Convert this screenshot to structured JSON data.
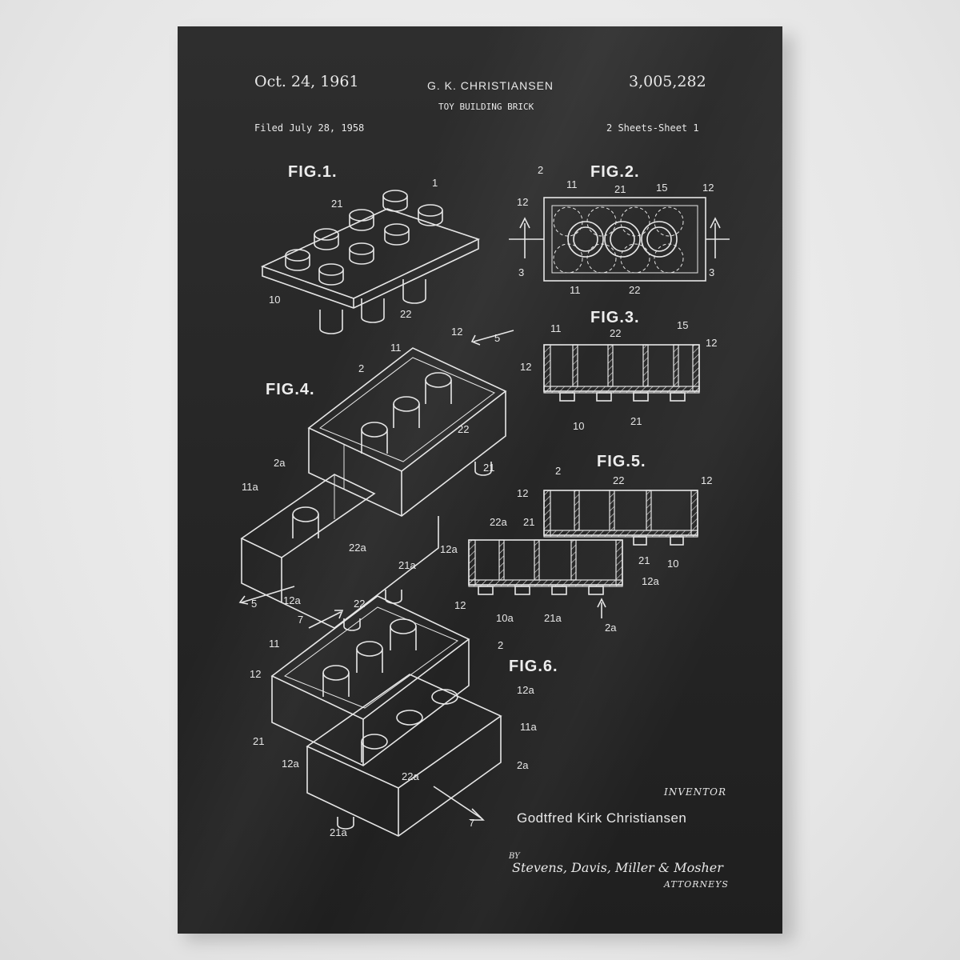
{
  "patent": {
    "date": "Oct. 24, 1961",
    "inventor_header": "G. K. CHRISTIANSEN",
    "patent_number": "3,005,282",
    "title": "TOY BUILDING BRICK",
    "filed": "Filed July 28, 1958",
    "sheets": "2 Sheets-Sheet 1"
  },
  "figures": {
    "fig1": "FIG.1.",
    "fig2": "FIG.2.",
    "fig3": "FIG.3.",
    "fig4": "FIG.4.",
    "fig5": "FIG.5.",
    "fig6": "FIG.6."
  },
  "labels": {
    "fig1": [
      "1",
      "21",
      "10",
      "22"
    ],
    "fig2": [
      "2",
      "11",
      "21",
      "15",
      "12",
      "12",
      "3",
      "3",
      "11",
      "22"
    ],
    "fig3": [
      "11",
      "22",
      "15",
      "12",
      "12",
      "10",
      "21"
    ],
    "fig4": [
      "12",
      "5",
      "11",
      "2",
      "22",
      "21",
      "2a",
      "11a",
      "22a",
      "21a",
      "12a",
      "5"
    ],
    "fig5": [
      "2",
      "22",
      "12",
      "12",
      "22a",
      "21",
      "12a",
      "21",
      "10",
      "12a",
      "10a",
      "21a",
      "2a"
    ],
    "fig6": [
      "22",
      "12",
      "7",
      "11",
      "2",
      "12",
      "12a",
      "11a",
      "21",
      "12a",
      "2a",
      "22a",
      "21a",
      "7"
    ]
  },
  "signature": {
    "inventor_label": "INVENTOR",
    "inventor_name": "Godtfred Kirk Christiansen",
    "by": "BY",
    "attorneys_names": "Stevens, Davis, Miller & Mosher",
    "attorneys_label": "ATTORNEYS"
  }
}
